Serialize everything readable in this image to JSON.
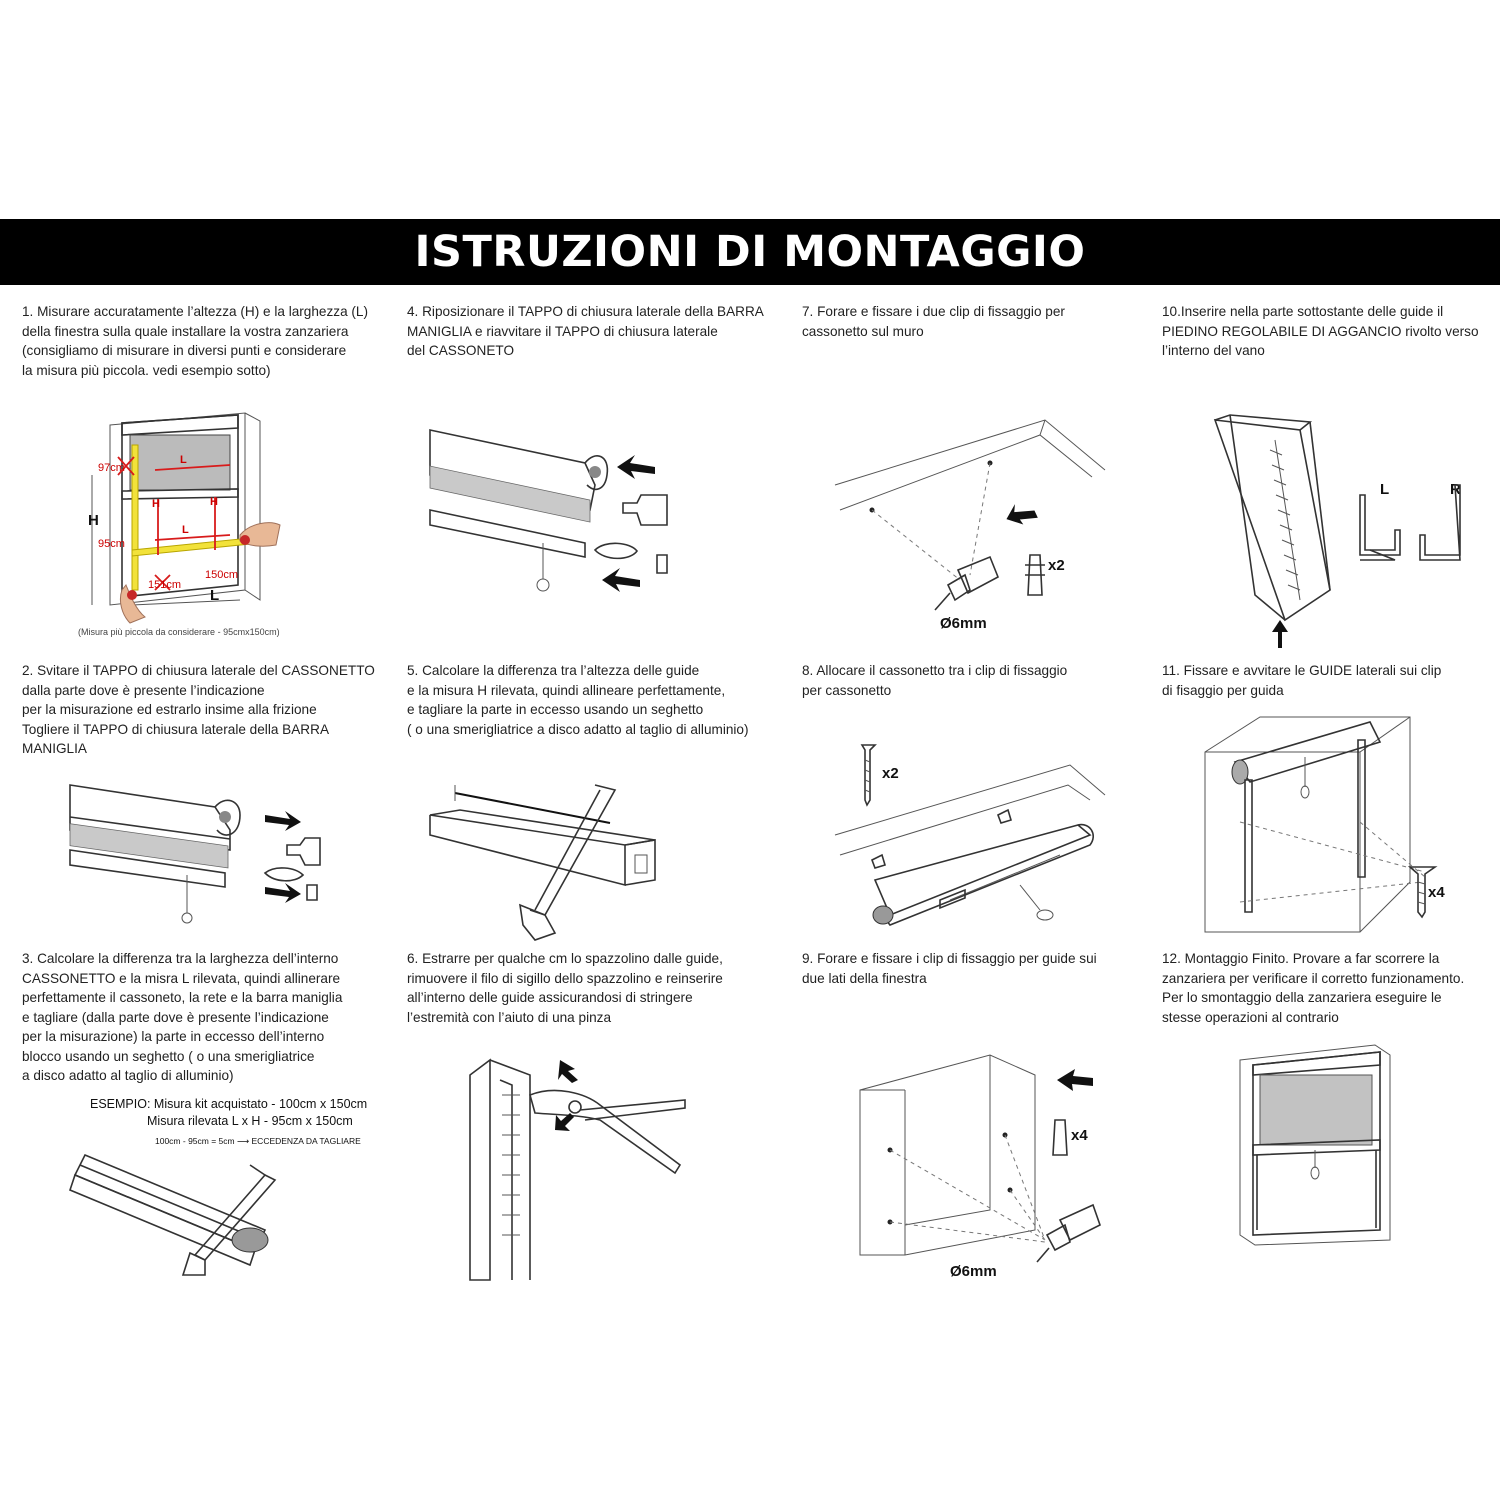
{
  "title": "ISTRUZIONI DI MONTAGGIO",
  "steps": [
    {
      "text": "1. Misurare accuratamente l’altezza (H) e la larghezza (L)\ndella finestra sulla quale installare la vostra zanzariera\n(consigliamo di misurare in diversi punti e considerare\nla misura più piccola. vedi esempio sotto)",
      "labels": {
        "h_big": "H",
        "l_big": "L",
        "l_top": "L",
        "l_mid": "L",
        "h_left": "H",
        "h_right": "H",
        "w97": "97cm",
        "w95": "95cm",
        "w151": "151cm",
        "w150": "150cm",
        "caption": "(Misura più piccola da considerare - 95cmx150cm)"
      }
    },
    {
      "text": "2. Svitare il TAPPO di chiusura laterale del CASSONETTO\ndalla parte dove è presente l’indicazione\nper la misurazione ed estrarlo insime alla frizione\nTogliere il TAPPO di chiusura laterale della BARRA\nMANIGLIA"
    },
    {
      "text": "3. Calcolare la differenza tra la larghezza dell’interno\nCASSONETTO e la misra L rilevata, quindi allinerare\nperfettamente il cassoneto, la rete e la barra maniglia\ne tagliare (dalla parte dove è presente l’indicazione\nper la misurazione) la parte in eccesso dell’interno\nblocco usando un seghetto ( o una smerigliatrice\na disco adatto al taglio di alluminio)",
      "example": {
        "line1": "ESEMPIO: Misura kit acquistato - 100cm x 150cm",
        "line2": "Misura rilevata L x H   - 95cm x 150cm",
        "line3": "100cm - 95cm = 5cm ⟶ ECCEDENZA DA TAGLIARE"
      }
    },
    {
      "text": "4. Riposizionare il TAPPO di chiusura laterale della BARRA\nMANIGLIA e riavvitare il TAPPO di chiusura laterale\ndel CASSONETO"
    },
    {
      "text": "5. Calcolare la differenza tra l’altezza delle guide\ne la misura H rilevata, quindi allineare perfettamente,\ne tagliare la parte in eccesso usando un seghetto\n( o una smerigliatrice a disco adatto al taglio di alluminio)"
    },
    {
      "text": "6. Estrarre per qualche cm lo spazzolino dalle guide,\nrimuovere il filo di sigillo dello spazzolino e reinserire\nall’interno delle guide assicurandosi di stringere\nl’estremità con l’aiuto di una pinza"
    },
    {
      "text": "7. Forare e fissare i due clip di fissaggio per\ncassonetto sul muro",
      "labels": {
        "qty": "x2",
        "drill": "Ø6mm"
      }
    },
    {
      "text": "8. Allocare  il cassonetto tra i clip di fissaggio\nper cassonetto",
      "labels": {
        "qty": "x2"
      }
    },
    {
      "text": "9. Forare e fissare i clip di fissaggio per guide sui\ndue lati della finestra",
      "labels": {
        "qty": "x4",
        "drill": "Ø6mm"
      }
    },
    {
      "text": "10.Inserire nella parte sottostante delle guide il\nPIEDINO REGOLABILE DI AGGANCIO rivolto verso\nl’interno del vano",
      "labels": {
        "left": "L",
        "right": "R"
      }
    },
    {
      "text": "11. Fissare e avvitare le GUIDE laterali sui clip\ndi fisaggio per guida",
      "labels": {
        "qty": "x4"
      }
    },
    {
      "text": "12. Montaggio Finito. Provare a far scorrere la\nzanzariera per verificare il corretto funzionamento.\nPer lo smontaggio della zanzariera eseguire le\nstesse operazioni al contrario"
    }
  ]
}
